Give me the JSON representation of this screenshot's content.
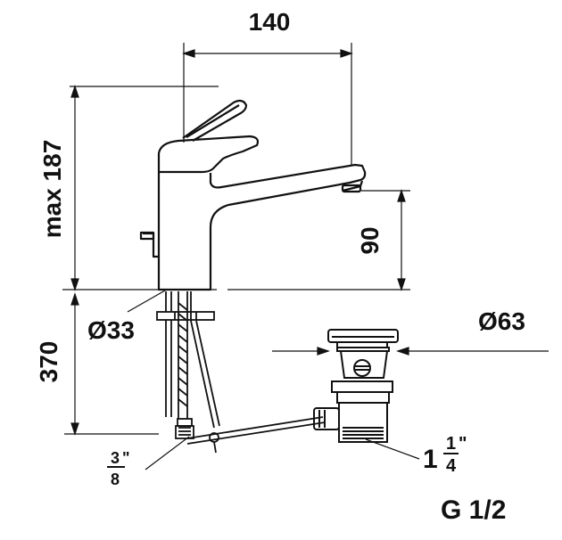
{
  "dimensions": {
    "spout_reach": "140",
    "max_height": "max 187",
    "spout_height": "90",
    "body_diameter": "Ø33",
    "hose_length": "370",
    "waste_diameter": "Ø63",
    "waste_thread_whole": "1",
    "waste_thread_num": "1",
    "waste_thread_den": "4",
    "waste_thread_mark": "\"",
    "hose_thread_num": "3",
    "hose_thread_den": "8",
    "hose_thread_mark": "\"",
    "inlet_thread": "G 1/2"
  }
}
